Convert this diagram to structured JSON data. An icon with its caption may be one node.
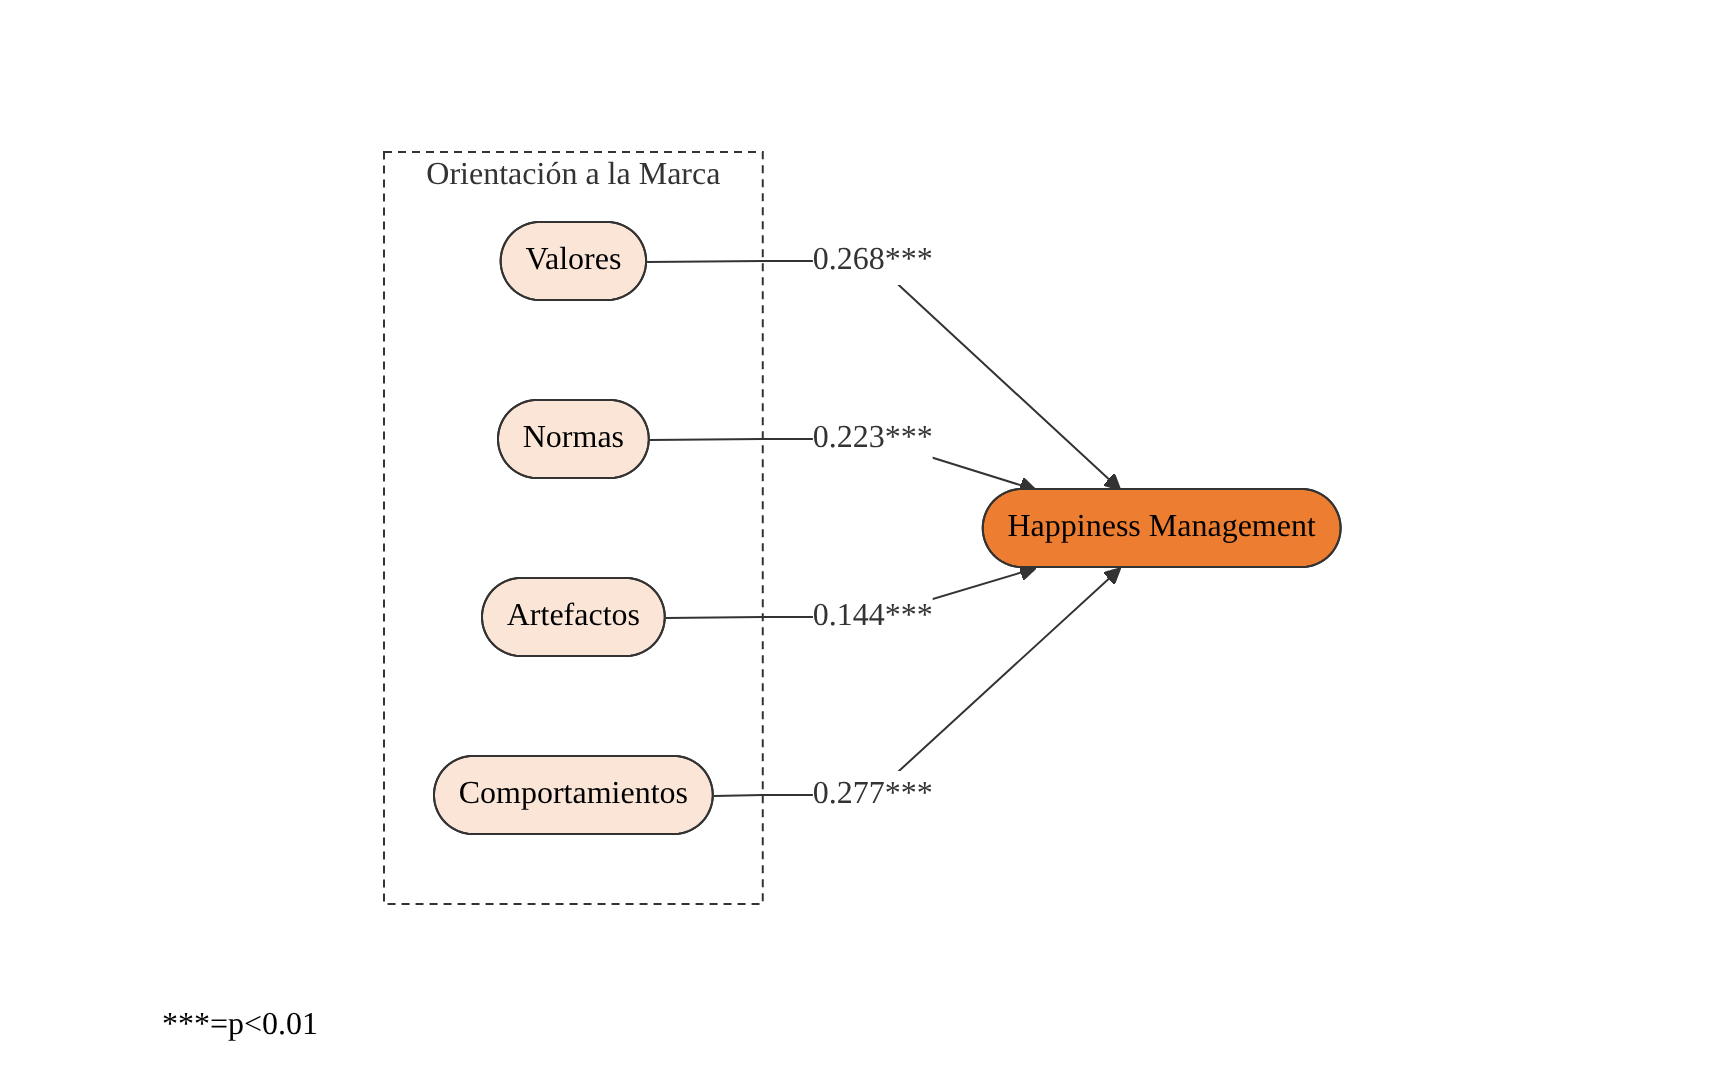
{
  "diagram": {
    "nodes": [
      {
        "text": [
          "Orientación a la Marca"
        ]
      },
      {
        "text": [
          "Valores"
        ],
        "in": 0
      },
      {
        "text": [
          "Normas"
        ],
        "in": 0
      },
      {
        "text": [
          "Artefactos"
        ],
        "in": 0
      },
      {
        "text": [
          "Comportamientos"
        ],
        "in": 0
      },
      {
        "text": [
          "Happiness Management"
        ]
      }
    ],
    "edges": [
      {
        "from": 1,
        "to": 5,
        "arrow": "to",
        "label": "0.268***"
      },
      {
        "from": 2,
        "to": 5,
        "arrow": "to",
        "label": "0.223***"
      },
      {
        "from": 3,
        "to": 5,
        "arrow": "to",
        "label": "0.144***"
      },
      {
        "from": 4,
        "to": 5,
        "arrow": "to",
        "label": "0.277***"
      }
    ],
    "labels": [
      "***=p<0.01"
    ]
  }
}
